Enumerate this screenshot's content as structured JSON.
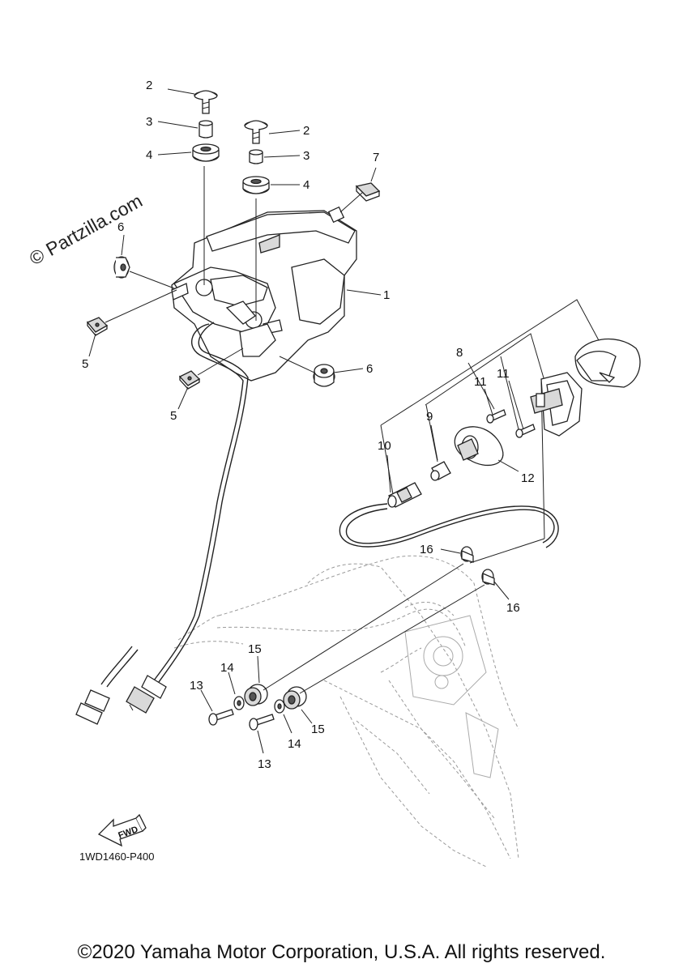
{
  "watermark": "© Partzilla.com",
  "diagram_code": "1WD1460-P400",
  "fwd_label": "FWD",
  "copyright": "©2020 Yamaha Motor Corporation, U.S.A. All rights reserved.",
  "callouts": [
    "1",
    "2",
    "2",
    "3",
    "3",
    "4",
    "4",
    "5",
    "5",
    "6",
    "6",
    "7",
    "8",
    "9",
    "10",
    "11",
    "11",
    "12",
    "13",
    "13",
    "14",
    "14",
    "15",
    "15",
    "16",
    "16"
  ]
}
